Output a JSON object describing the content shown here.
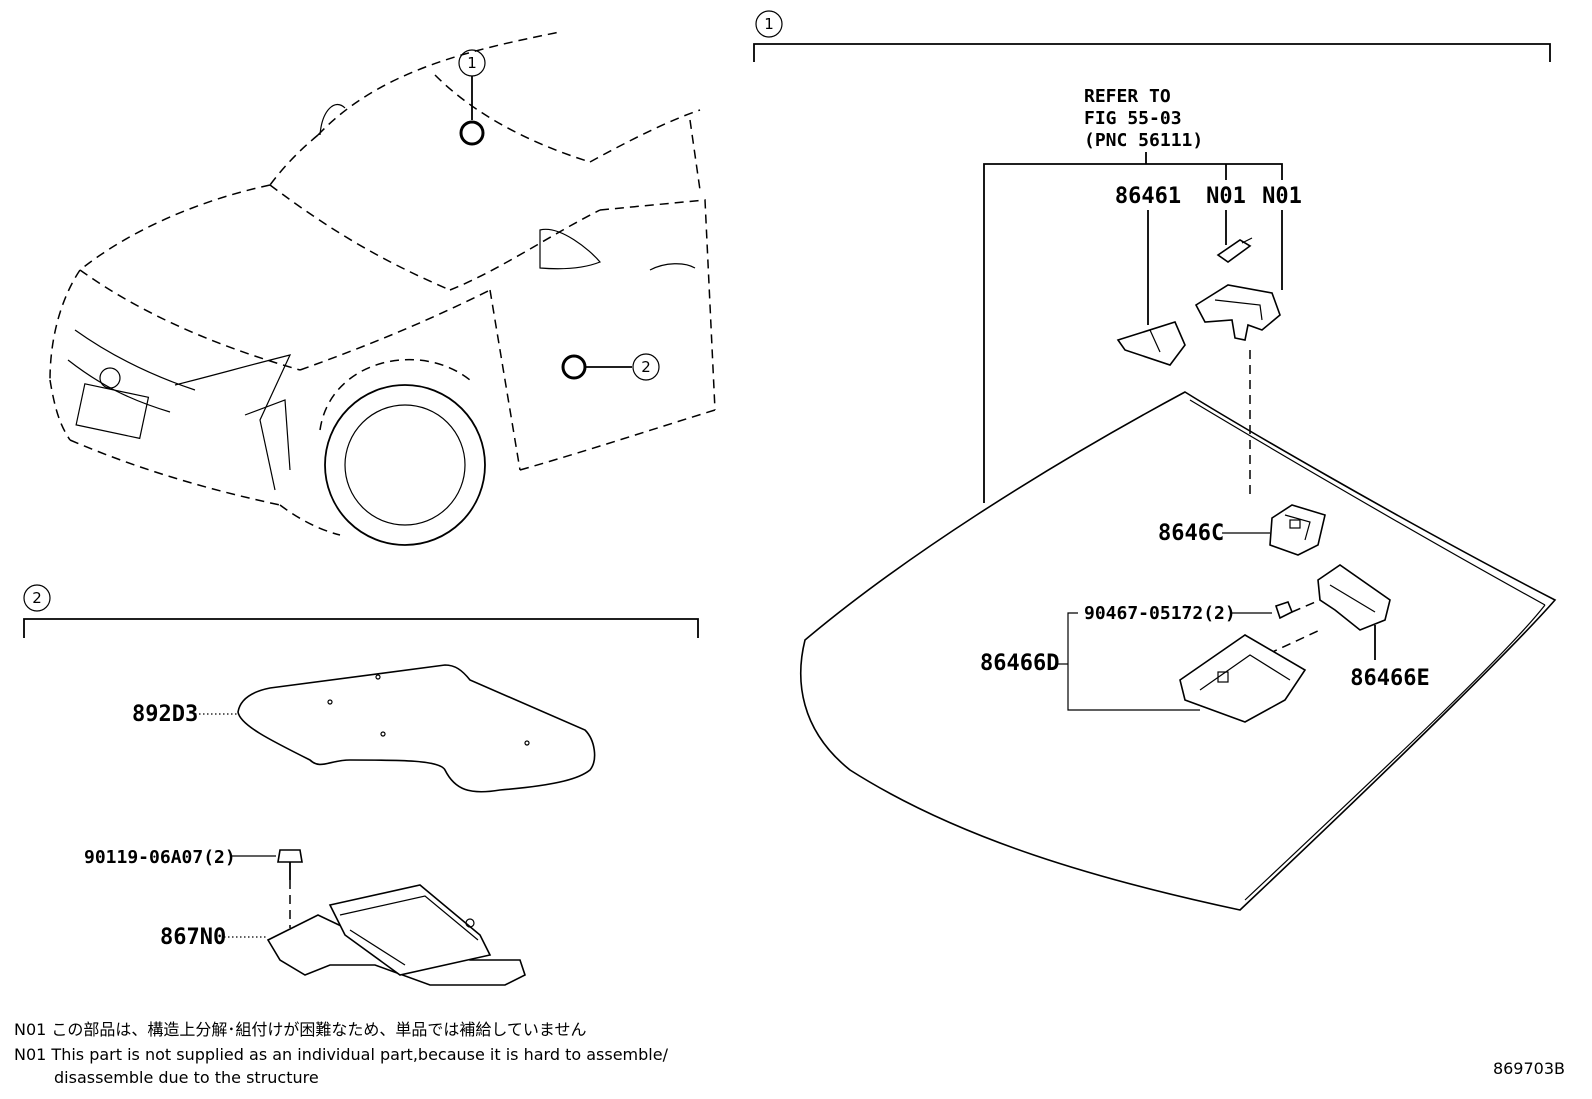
{
  "callouts": {
    "c1": "1",
    "c2": "2"
  },
  "section1": {
    "refer_line1": "REFER TO",
    "refer_line2": "FIG 55-03",
    "refer_line3": "(PNC 56111)",
    "parts": {
      "p86461": "86461",
      "n01a": "N01",
      "n01b": "N01",
      "p8646C": "8646C",
      "p90467": "90467-05172(2)",
      "p86466D": "86466D",
      "p86466E": "86466E"
    }
  },
  "section2": {
    "parts": {
      "p892D3": "892D3",
      "p90119": "90119-06A07(2)",
      "p867N0": "867N0"
    }
  },
  "notes": {
    "jp": "N01 この部品は、構造上分解･組付けが困難なため、単品では補給していません",
    "en1": "N01 This part is not supplied as an individual part,because it is hard to assemble/",
    "en2": "disassemble due to the structure"
  },
  "figure_id": "869703B"
}
